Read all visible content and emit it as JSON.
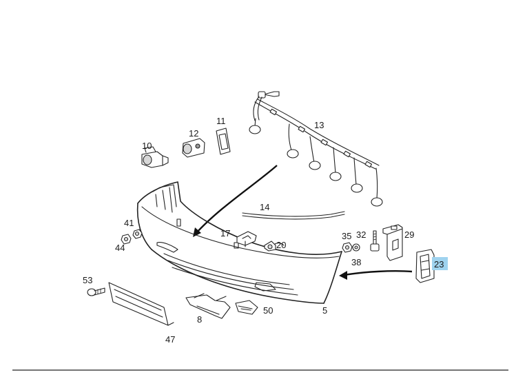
{
  "labels": {
    "p5": "5",
    "p8": "8",
    "p10": "10",
    "p11": "11",
    "p12": "12",
    "p13": "13",
    "p14": "14",
    "p17": "17",
    "p20": "20",
    "p23": "23",
    "p29": "29",
    "p32": "32",
    "p35": "35",
    "p38": "38",
    "p41": "41",
    "p44": "44",
    "p47": "47",
    "p50": "50",
    "p53": "53"
  },
  "colors": {
    "highlight": "#9fd3ef",
    "line": "#222222"
  },
  "highlighted_part": "23"
}
